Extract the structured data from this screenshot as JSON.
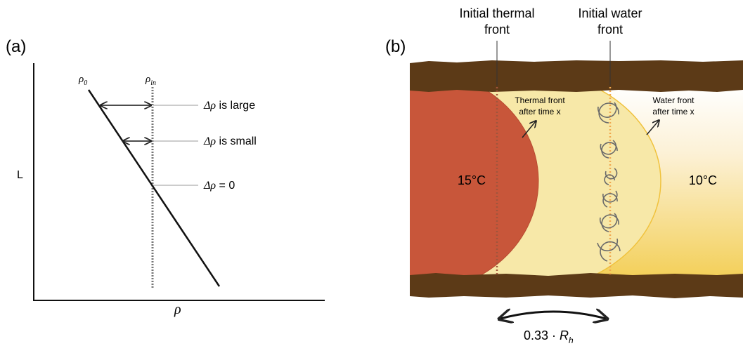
{
  "panel_a": {
    "label": "(a)",
    "rho0_symbol": "ρ",
    "rho0_sub": "0",
    "rhoin_symbol": "ρ",
    "rhoin_sub": "in",
    "y_axis_label": "L",
    "x_axis_label": "ρ",
    "annotations": [
      {
        "delta": "Δρ",
        "text": " is large"
      },
      {
        "delta": "Δρ",
        "text": " is small"
      },
      {
        "delta": "Δρ",
        "text": " = 0"
      }
    ]
  },
  "panel_b": {
    "label": "(b)",
    "initial_thermal_front_line1": "Initial thermal",
    "initial_thermal_front_line2": "front",
    "initial_water_front_line1": "Initial water",
    "initial_water_front_line2": "front",
    "thermal_after_line1": "Thermal front",
    "thermal_after_line2": "after time x",
    "water_after_line1": "Water front",
    "water_after_line2": "after time x",
    "warm_temp": "15°C",
    "cold_temp": "10°C",
    "distance_label": "0.33 · ",
    "distance_symbol": "R",
    "distance_sub": "h",
    "colors": {
      "hot": "#c8563a",
      "warm_zone": "#f7e7a6",
      "cold_gradient_end": "#f2cc55",
      "rock": "#5c3a17"
    }
  }
}
